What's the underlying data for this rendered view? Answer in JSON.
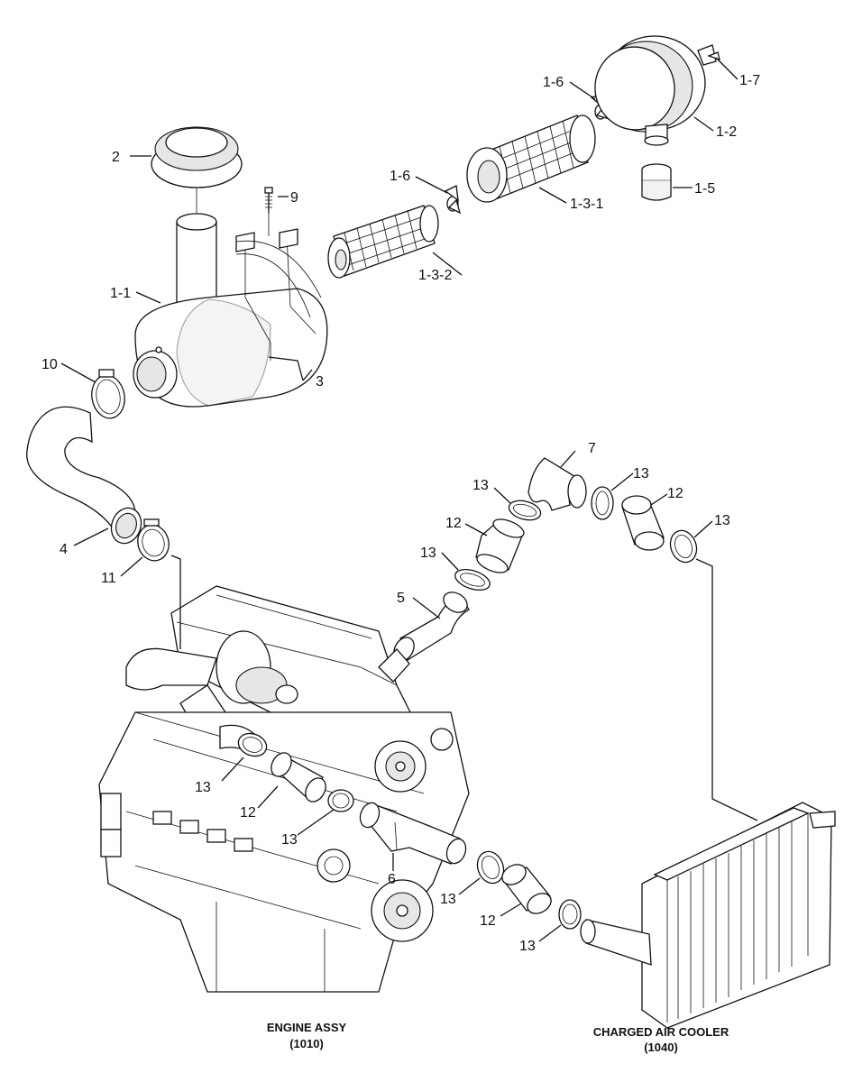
{
  "labels": {
    "p1_1": "1-1",
    "p1_2": "1-2",
    "p1_3_1": "1-3-1",
    "p1_3_2": "1-3-2",
    "p1_5": "1-5",
    "p1_6a": "1-6",
    "p1_6b": "1-6",
    "p1_7": "1-7",
    "p2": "2",
    "p3": "3",
    "p4": "4",
    "p5": "5",
    "p6": "6",
    "p7": "7",
    "p9": "9",
    "p10": "10",
    "p11": "11",
    "p12a": "12",
    "p12b": "12",
    "p12c": "12",
    "p12d": "12",
    "p13a": "13",
    "p13b": "13",
    "p13c": "13",
    "p13d": "13",
    "p13e": "13",
    "p13f": "13",
    "p13g": "13",
    "p13h": "13"
  },
  "captions": {
    "engine_title": "ENGINE ASSY",
    "engine_code": "(1010)",
    "cooler_title": "CHARGED AIR COOLER",
    "cooler_code": "(1040)"
  }
}
